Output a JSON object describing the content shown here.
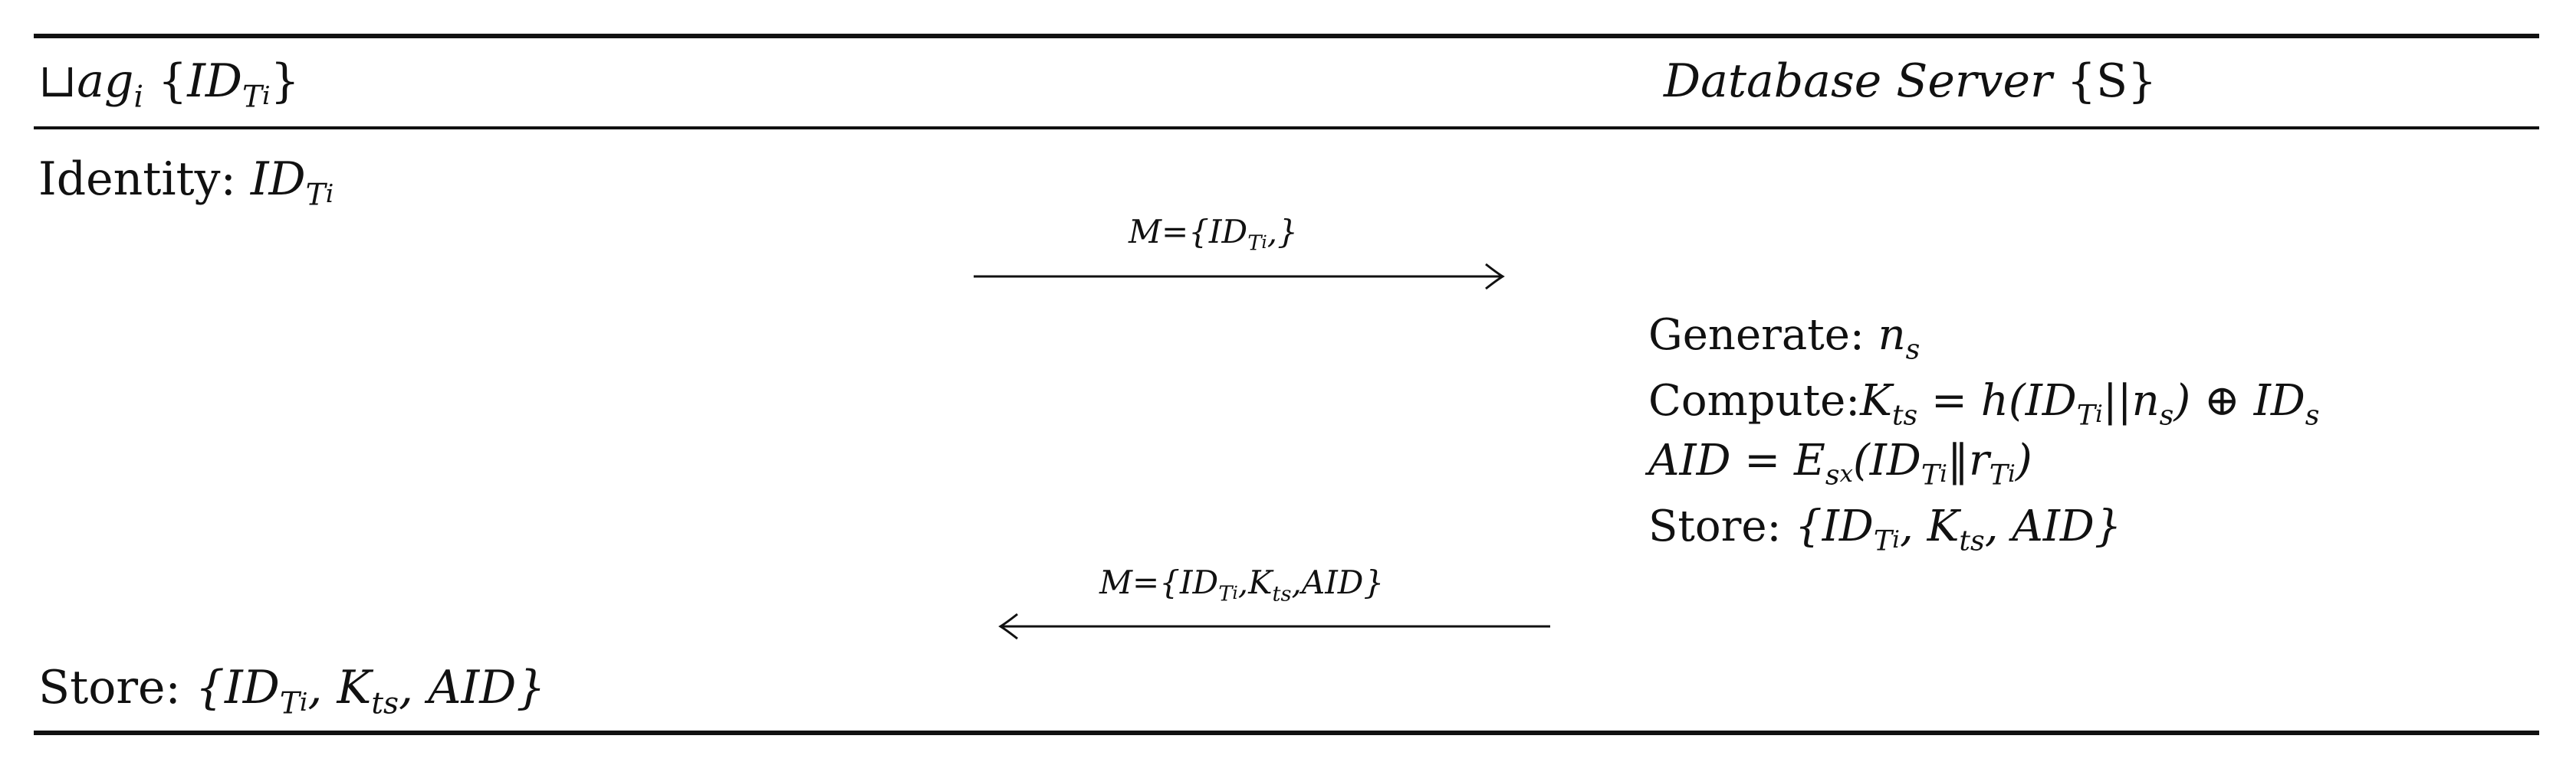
{
  "header": {
    "left_pre": "⊔",
    "left_ag": "ag",
    "left_i": "i",
    "left_open": " {",
    "left_id": "ID",
    "left_T": "T",
    "left_Ti": "i",
    "left_close": "}",
    "right_name": "Database Server",
    "right_brace": " {S}"
  },
  "left_identity": {
    "label": "Identity: ",
    "id": "ID",
    "T": "T",
    "i": "i"
  },
  "message_1": {
    "prefix": "M={",
    "id": "ID",
    "T": "T",
    "i": "i",
    "suffix": ",}"
  },
  "server_steps": {
    "generate_label": "Generate: ",
    "generate_var": "n",
    "generate_sub": "s",
    "compute_label": "Compute:",
    "compute_K": "K",
    "compute_Ksub": "ts",
    "compute_eq": " = h(",
    "compute_id": "ID",
    "compute_T": "T",
    "compute_i": "i",
    "compute_mid": "||n",
    "compute_ns": "s",
    "compute_end": ") ⊕ ID",
    "compute_ids": "s",
    "aid_lhs": "AID = E",
    "aid_s": "s",
    "aid_x": "x",
    "aid_open": "(ID",
    "aid_T": "T",
    "aid_i": "i",
    "aid_mid": "‖r",
    "aid_T2": "T",
    "aid_i2": "i",
    "aid_close": ")",
    "store_label": "Store: ",
    "store_open": "{ID",
    "store_T": "T",
    "store_i": "i",
    "store_mid": ", K",
    "store_ts": "ts",
    "store_end": ", AID}"
  },
  "message_2": {
    "prefix": "M={ID",
    "T": "T",
    "i": "i",
    "mid": ",K",
    "ts": "ts",
    "suffix": ",AID}"
  },
  "left_store": {
    "label": "Store: ",
    "open": "{ID",
    "T": "T",
    "i": "i",
    "mid": ", K",
    "ts": "ts",
    "end": ", AID}"
  }
}
